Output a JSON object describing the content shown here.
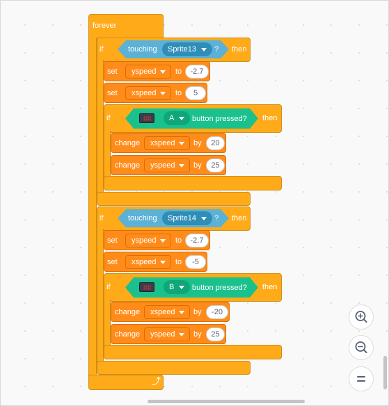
{
  "script": {
    "forever": {
      "label": "forever"
    },
    "if1": {
      "if_label": "if",
      "then_label": "then",
      "sensor": {
        "label": "touching",
        "target": "Sprite13",
        "suffix": "?"
      },
      "set_y": {
        "set_label": "set",
        "var": "yspeed",
        "to_label": "to",
        "value": "-2.7"
      },
      "set_x": {
        "set_label": "set",
        "var": "xspeed",
        "to_label": "to",
        "value": "5"
      },
      "inner_if": {
        "if_label": "if",
        "then_label": "then",
        "button": "A",
        "pressed_label": "button pressed?",
        "change_x": {
          "change_label": "change",
          "var": "xspeed",
          "by_label": "by",
          "value": "20"
        },
        "change_y": {
          "change_label": "change",
          "var": "yspeed",
          "by_label": "by",
          "value": "25"
        }
      }
    },
    "if2": {
      "if_label": "if",
      "then_label": "then",
      "sensor": {
        "label": "touching",
        "target": "Sprite14",
        "suffix": "?"
      },
      "set_y": {
        "set_label": "set",
        "var": "yspeed",
        "to_label": "to",
        "value": "-2.7"
      },
      "set_x": {
        "set_label": "set",
        "var": "xspeed",
        "to_label": "to",
        "value": "-5"
      },
      "inner_if": {
        "if_label": "if",
        "then_label": "then",
        "button": "B",
        "pressed_label": "button pressed?",
        "change_x": {
          "change_label": "change",
          "var": "xspeed",
          "by_label": "by",
          "value": "-20"
        },
        "change_y": {
          "change_label": "change",
          "var": "yspeed",
          "by_label": "by",
          "value": "25"
        }
      }
    },
    "loop_arrow": "⤴"
  },
  "zoom": {
    "zoom_in_icon": "zoom-in-icon",
    "zoom_out_icon": "zoom-out-icon",
    "reset_icon": "equals-icon"
  },
  "colors": {
    "control": "#ffab19",
    "motion": "#ff8c1a",
    "sensing": "#5cb1d6",
    "microbit": "#1bc18d"
  }
}
